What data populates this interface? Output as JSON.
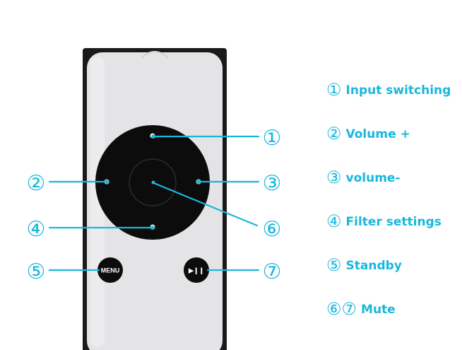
{
  "remote": {
    "menu_label": "MENU",
    "play_pause_glyph": "▶❙❙",
    "colors": {
      "body": "#e4e4e6",
      "edge": "#1a1a1a",
      "wheel": "#0c0c0c",
      "wheel_ring": "#2b2b2b",
      "accent": "#17b8dc"
    }
  },
  "callouts": [
    {
      "num": "①",
      "target": "wheel-up"
    },
    {
      "num": "②",
      "target": "wheel-left"
    },
    {
      "num": "③",
      "target": "wheel-right"
    },
    {
      "num": "④",
      "target": "wheel-down"
    },
    {
      "num": "⑤",
      "target": "menu-button"
    },
    {
      "num": "⑥",
      "target": "center-button"
    },
    {
      "num": "⑦",
      "target": "play-pause-button"
    }
  ],
  "legend": [
    {
      "nums": "①",
      "text": "Input switching"
    },
    {
      "nums": "②",
      "text": "Volume +"
    },
    {
      "nums": "③",
      "text": "volume-"
    },
    {
      "nums": "④",
      "text": "Filter settings"
    },
    {
      "nums": "⑤",
      "text": "Standby"
    },
    {
      "nums": "⑥⑦",
      "text": "Mute"
    }
  ]
}
